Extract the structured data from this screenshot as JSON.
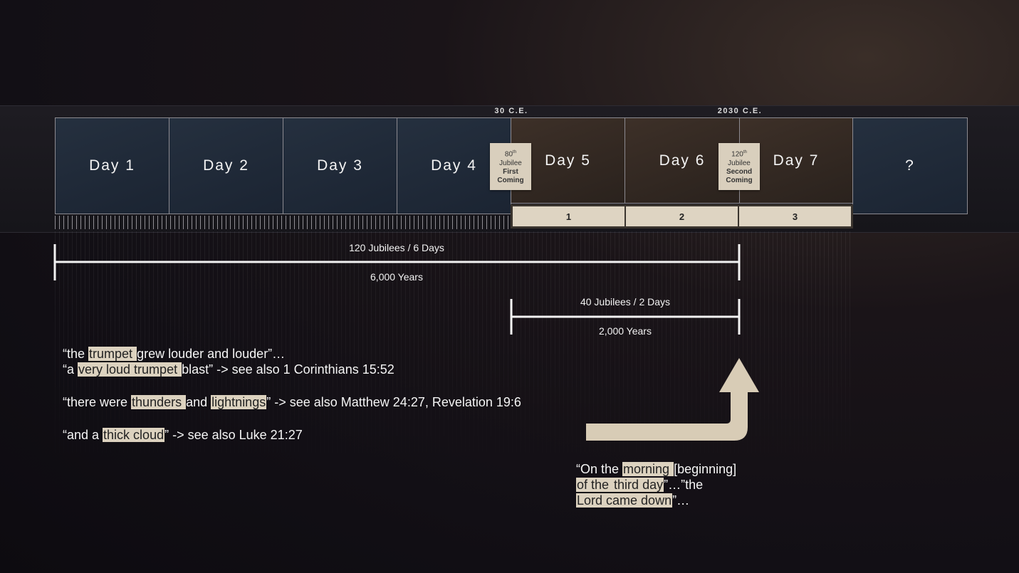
{
  "eras": {
    "first": "30 C.E.",
    "second": "2030 C.E."
  },
  "days": [
    "Day 1",
    "Day 2",
    "Day 3",
    "Day 4",
    "Day 5",
    "Day 6",
    "Day 7",
    "?"
  ],
  "millennia": [
    "1",
    "2",
    "3"
  ],
  "jubilee_first": {
    "num": "80",
    "sup": "th",
    "word": "Jubilee",
    "line1": "First",
    "line2": "Coming"
  },
  "jubilee_second": {
    "num": "120",
    "sup": "th",
    "word": "Jubilee",
    "line1": "Second",
    "line2": "Coming"
  },
  "spans": {
    "full_top": "120 Jubilees / 6 Days",
    "full_bottom": "6,000 Years",
    "part_top": "40 Jubilees / 2 Days",
    "part_bottom": "2,000 Years"
  },
  "verses": {
    "l1_a": "“the ",
    "l1_hl": "trumpet ",
    "l1_b": "grew louder and louder”…",
    "l2_a": "“a ",
    "l2_hl": "very loud trumpet ",
    "l2_b": "blast”  -> see also 1 Corinthians 15:52",
    "l3_a": "“there were ",
    "l3_hl1": "thunders ",
    "l3_b": "and ",
    "l3_hl2": "lightnings",
    "l3_c": "” -> see also Matthew 24:27, Revelation 19:6",
    "l4_a": "“and a ",
    "l4_hl": "thick cloud",
    "l4_b": "” -> see also Luke 21:27"
  },
  "quote": {
    "q1_a": "“On the ",
    "q1_hl": "morning ",
    "q1_b": "[beginning]",
    "q2_hl1": " of the ",
    "q2_hl2": "third day",
    "q2_b": "”…”the",
    "q3_hl": " Lord came down",
    "q3_b": "”…"
  },
  "colors": {
    "highlight": "#dcd2bf",
    "arrow": "#d8ccb6"
  }
}
